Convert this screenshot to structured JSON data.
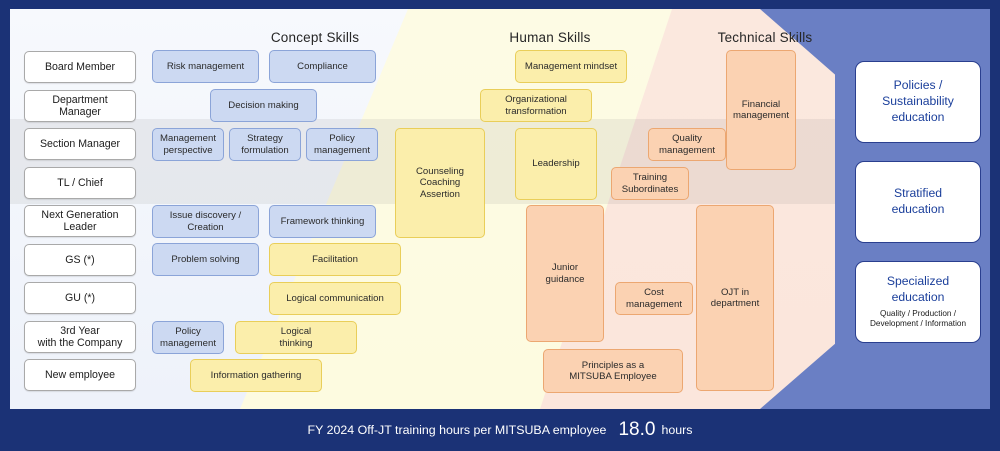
{
  "columns": {
    "concept": "Concept Skills",
    "human": "Human Skills",
    "technical": "Technical Skills"
  },
  "roles": [
    {
      "label": "Board Member"
    },
    {
      "label": "Department\nManager"
    },
    {
      "label": "Section Manager"
    },
    {
      "label": "TL / Chief"
    },
    {
      "label": "Next Generation\nLeader"
    },
    {
      "label": "GS (*)"
    },
    {
      "label": "GU (*)"
    },
    {
      "label": "3rd Year\nwith the Company"
    },
    {
      "label": "New employee"
    }
  ],
  "concept_boxes": [
    {
      "label": "Risk management"
    },
    {
      "label": "Compliance"
    },
    {
      "label": "Decision making"
    },
    {
      "label": "Management\nperspective"
    },
    {
      "label": "Strategy\nformulation"
    },
    {
      "label": "Policy\nmanagement"
    },
    {
      "label": "Issue discovery /\nCreation"
    },
    {
      "label": "Framework thinking"
    },
    {
      "label": "Problem solving"
    },
    {
      "label": "Policy\nmanagement"
    }
  ],
  "human_boxes": [
    {
      "label": "Management mindset"
    },
    {
      "label": "Organizational\ntransformation"
    },
    {
      "label": "Counseling\nCoaching\nAssertion"
    },
    {
      "label": "Leadership"
    },
    {
      "label": "Facilitation"
    },
    {
      "label": "Logical communication"
    },
    {
      "label": "Logical\nthinking"
    },
    {
      "label": "Information gathering"
    }
  ],
  "technical_boxes": [
    {
      "label": "Financial\nmanagement"
    },
    {
      "label": "Quality\nmanagement"
    },
    {
      "label": "Training\nSubordinates"
    },
    {
      "label": "Junior\nguidance"
    },
    {
      "label": "Cost\nmanagement"
    },
    {
      "label": "OJT in\ndepartment"
    },
    {
      "label": "Principles as a\nMITSUBA Employee"
    }
  ],
  "education": [
    {
      "title": "Policies /\nSustainability\neducation",
      "sub": ""
    },
    {
      "title": "Stratified\neducation",
      "sub": ""
    },
    {
      "title": "Specialized\neducation",
      "sub": "Quality / Production /\nDevelopment / Information"
    }
  ],
  "footer": {
    "label": "FY 2024 Off-JT training hours per MITSUBA employee",
    "value": "18.0",
    "unit": "hours"
  },
  "colors": {
    "navy": "#1b3276",
    "panel_blue": "#6a7fc4",
    "concept_box": "#ccd9f2",
    "human_box": "#fbeeab",
    "technical_box": "#fbd2b2",
    "edu_text": "#1b3f9b"
  }
}
